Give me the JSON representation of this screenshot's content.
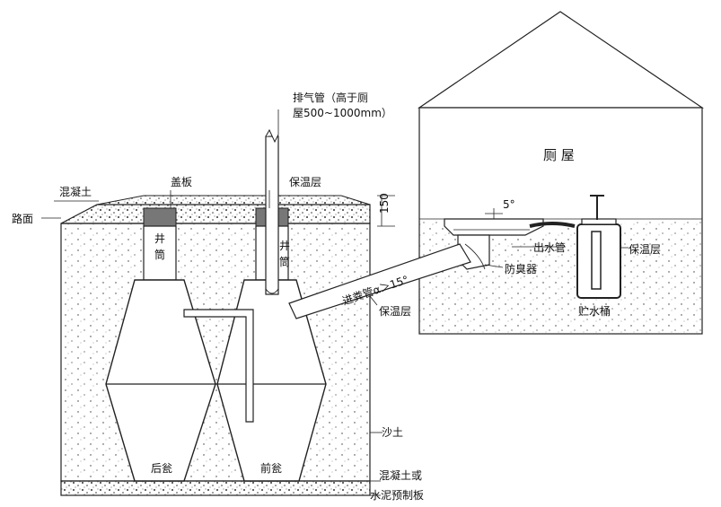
{
  "labels": {
    "vent_pipe_l1": "排气管（高于厕",
    "vent_pipe_l2": "屋500~1000mm）",
    "concrete": "混凝土",
    "cover_plate": "盖板",
    "insulation_top": "保温层",
    "road_surface": "路面",
    "dim_150": "150",
    "shaft_left": [
      "井",
      "筒"
    ],
    "shaft_right": [
      "井",
      "筒"
    ],
    "toilet_house": "厕  屋",
    "angle_5": "5°",
    "outlet_pipe": "出水管",
    "insulation_right": "保温层",
    "anti_odor": "防臭器",
    "inlet_pipe": "进粪管α＞15°",
    "insulation_pipe": "保温层",
    "storage_bucket": "贮水桶",
    "sandy_soil": "沙土",
    "rear_urn": "后瓮",
    "front_urn": "前瓮",
    "base_l1": "混凝土或",
    "base_l2": "水泥预制板"
  },
  "colors": {
    "line": "#222222",
    "cover": "#777777",
    "stipple": "#333333"
  }
}
